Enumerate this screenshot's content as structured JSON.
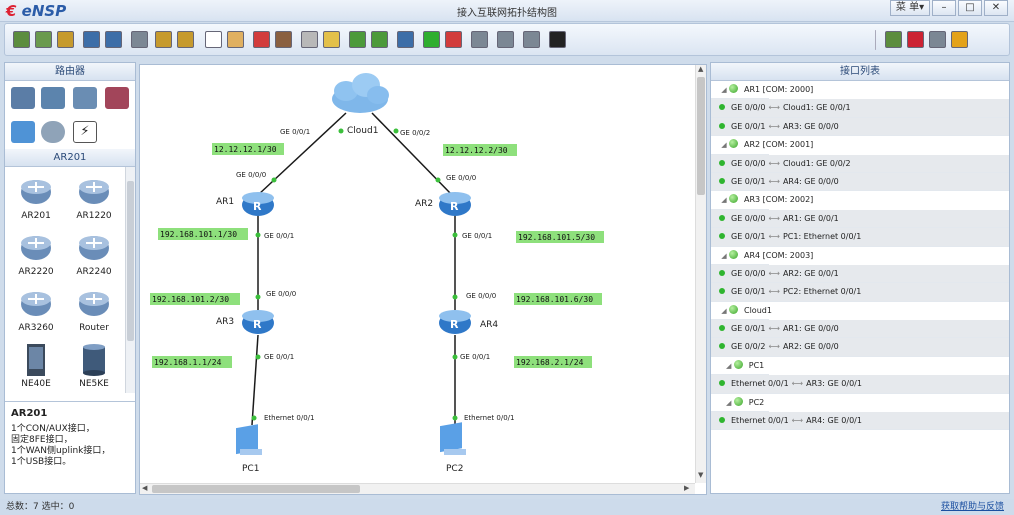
{
  "app": {
    "logo": "eNSP",
    "window_title": "接入互联网拓扑结构图",
    "menu_label": "菜 单▾"
  },
  "left_panel": {
    "header": "路由器",
    "subheader": "AR201",
    "devices": [
      "AR201",
      "AR1220",
      "AR2220",
      "AR2240",
      "AR3260",
      "Router",
      "NE40E",
      "NE5KE"
    ],
    "desc_title": "AR201",
    "desc_lines": [
      "1个CON/AUX接口，",
      "固定8FE接口，",
      "1个WAN侧uplink接口，",
      "1个USB接口。"
    ]
  },
  "topology": {
    "nodes": [
      {
        "id": "cloud1",
        "label": "Cloud1"
      },
      {
        "id": "ar1",
        "label": "AR1"
      },
      {
        "id": "ar2",
        "label": "AR2"
      },
      {
        "id": "ar3",
        "label": "AR3"
      },
      {
        "id": "ar4",
        "label": "AR4"
      },
      {
        "id": "pc1",
        "label": "PC1"
      },
      {
        "id": "pc2",
        "label": "PC2"
      }
    ],
    "ports": [
      "GE 0/0/1",
      "GE 0/0/2",
      "GE 0/0/0",
      "GE 0/0/0",
      "GE 0/0/1",
      "GE 0/0/1",
      "GE 0/0/0",
      "GE 0/0/0",
      "GE 0/0/1",
      "GE 0/0/1",
      "Ethernet 0/0/1",
      "Ethernet 0/0/1"
    ],
    "ip_labels": [
      "12.12.12.1/30",
      "12.12.12.2/30",
      "192.168.101.1/30",
      "192.168.101.5/30",
      "192.168.101.2/30",
      "192.168.101.6/30",
      "192.168.1.1/24",
      "192.168.2.1/24"
    ]
  },
  "right_panel": {
    "header": "接口列表",
    "groups": [
      {
        "device": "AR1 [COM: 2000]",
        "links": [
          [
            "GE 0/0/0",
            "Cloud1: GE 0/0/1"
          ],
          [
            "GE 0/0/1",
            "AR3: GE 0/0/0"
          ]
        ]
      },
      {
        "device": "AR2 [COM: 2001]",
        "links": [
          [
            "GE 0/0/0",
            "Cloud1: GE 0/0/2"
          ],
          [
            "GE 0/0/1",
            "AR4: GE 0/0/0"
          ]
        ]
      },
      {
        "device": "AR3 [COM: 2002]",
        "links": [
          [
            "GE 0/0/0",
            "AR1: GE 0/0/1"
          ],
          [
            "GE 0/0/1",
            "PC1: Ethernet 0/0/1"
          ]
        ]
      },
      {
        "device": "AR4 [COM: 2003]",
        "links": [
          [
            "GE 0/0/0",
            "AR2: GE 0/0/1"
          ],
          [
            "GE 0/0/1",
            "PC2: Ethernet 0/0/1"
          ]
        ]
      },
      {
        "device": "Cloud1",
        "links": [
          [
            "GE 0/0/1",
            "AR1: GE 0/0/0"
          ],
          [
            "GE 0/0/2",
            "AR2: GE 0/0/0"
          ]
        ]
      },
      {
        "device": "PC1",
        "links": [
          [
            "Ethernet 0/0/1",
            "AR3: GE 0/0/1"
          ]
        ]
      },
      {
        "device": "PC2",
        "links": [
          [
            "Ethernet 0/0/1",
            "AR4: GE 0/0/1"
          ]
        ]
      }
    ]
  },
  "status": {
    "summary": "总数：7  选中：0",
    "help_link": "获取帮助与反馈"
  },
  "colors": {
    "ip_label_bg": "#8ee07c",
    "link_line": "#1a1a1a",
    "port_dot": "#3bbf3b",
    "router_blue": "#2f78c8"
  },
  "toolbar_icons": [
    "new-topology-icon",
    "new-example-icon",
    "open-icon",
    "save-icon",
    "save-as-icon",
    "print-icon",
    "undo-icon",
    "redo-icon",
    "select-icon",
    "pan-icon",
    "delete-icon",
    "delete-links-icon",
    "text-note-icon",
    "rect-note-icon",
    "zoom-in-icon",
    "zoom-reset-icon",
    "fit-icon",
    "start-device-icon",
    "stop-device-icon",
    "capture-icon",
    "topology-icon",
    "panel-icon",
    "cli-icon",
    "message-icon",
    "huawei-icon",
    "settings-icon",
    "help-icon"
  ]
}
